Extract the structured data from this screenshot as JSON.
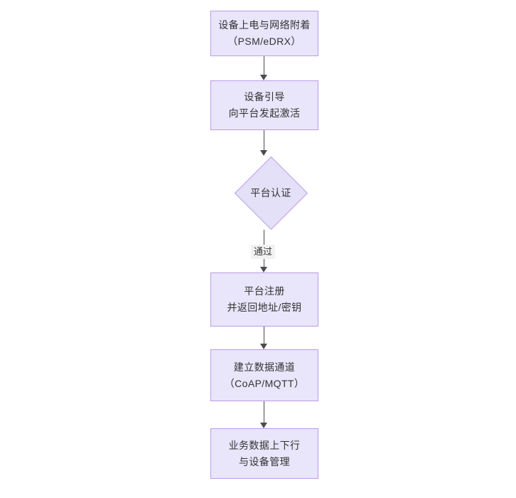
{
  "diagram": {
    "type": "flowchart",
    "orientation": "top-to-bottom",
    "background_color": "#ffffff",
    "node_fill_color": "#e9e5fa",
    "node_border_color": "#b99ce6",
    "text_color": "#333333",
    "connector_color": "#4b4b52",
    "nodes": [
      {
        "id": "power-on",
        "shape": "rectangle",
        "lines": [
          "设备上电与网络附着",
          "（PSM/eDRX）"
        ]
      },
      {
        "id": "bootstrap",
        "shape": "rectangle",
        "lines": [
          "设备引导",
          "向平台发起激活"
        ]
      },
      {
        "id": "auth",
        "shape": "diamond",
        "lines": [
          "平台认证"
        ]
      },
      {
        "id": "register",
        "shape": "rectangle",
        "lines": [
          "平台注册",
          "并返回地址/密钥"
        ]
      },
      {
        "id": "channel",
        "shape": "rectangle",
        "lines": [
          "建立数据通道",
          "（CoAP/MQTT）"
        ]
      },
      {
        "id": "data-exchange",
        "shape": "rectangle",
        "lines": [
          "业务数据上下行",
          "与设备管理"
        ]
      }
    ],
    "edges": [
      {
        "from": "power-on",
        "to": "bootstrap",
        "label": ""
      },
      {
        "from": "bootstrap",
        "to": "auth",
        "label": ""
      },
      {
        "from": "auth",
        "to": "register",
        "label": "通过"
      },
      {
        "from": "register",
        "to": "channel",
        "label": ""
      },
      {
        "from": "channel",
        "to": "data-exchange",
        "label": ""
      }
    ]
  }
}
